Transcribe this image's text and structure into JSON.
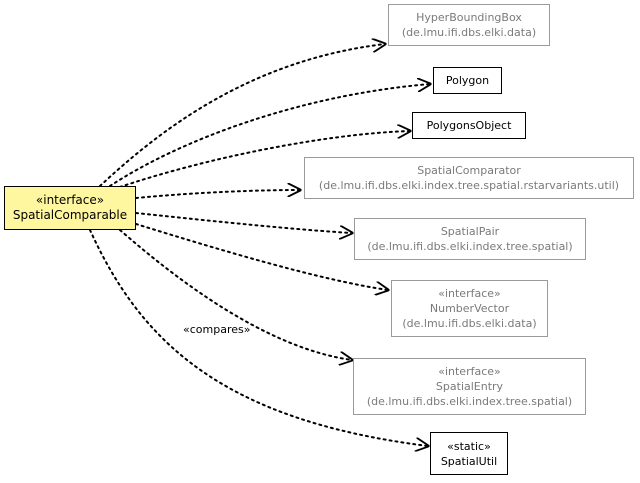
{
  "nodes": {
    "spatial_comparable": {
      "stereotype": "«interface»",
      "name": "SpatialComparable"
    },
    "hyper_bounding_box": {
      "name": "HyperBoundingBox",
      "package": "(de.lmu.ifi.dbs.elki.data)"
    },
    "polygon": {
      "name": "Polygon"
    },
    "polygons_object": {
      "name": "PolygonsObject"
    },
    "spatial_comparator": {
      "name": "SpatialComparator",
      "package": "(de.lmu.ifi.dbs.elki.index.tree.spatial.rstarvariants.util)"
    },
    "spatial_pair": {
      "name": "SpatialPair",
      "package": "(de.lmu.ifi.dbs.elki.index.tree.spatial)"
    },
    "number_vector": {
      "stereotype": "«interface»",
      "name": "NumberVector",
      "package": "(de.lmu.ifi.dbs.elki.data)"
    },
    "spatial_entry": {
      "stereotype": "«interface»",
      "name": "SpatialEntry",
      "package": "(de.lmu.ifi.dbs.elki.index.tree.spatial)"
    },
    "spatial_util": {
      "stereotype": "«static»",
      "name": "SpatialUtil"
    }
  },
  "edge_labels": {
    "compares": "«compares»"
  },
  "colors": {
    "focus_fill": "#fff6a0",
    "external_border": "#9a9a9a",
    "external_text": "#7a7a7a",
    "edge": "#000000"
  }
}
